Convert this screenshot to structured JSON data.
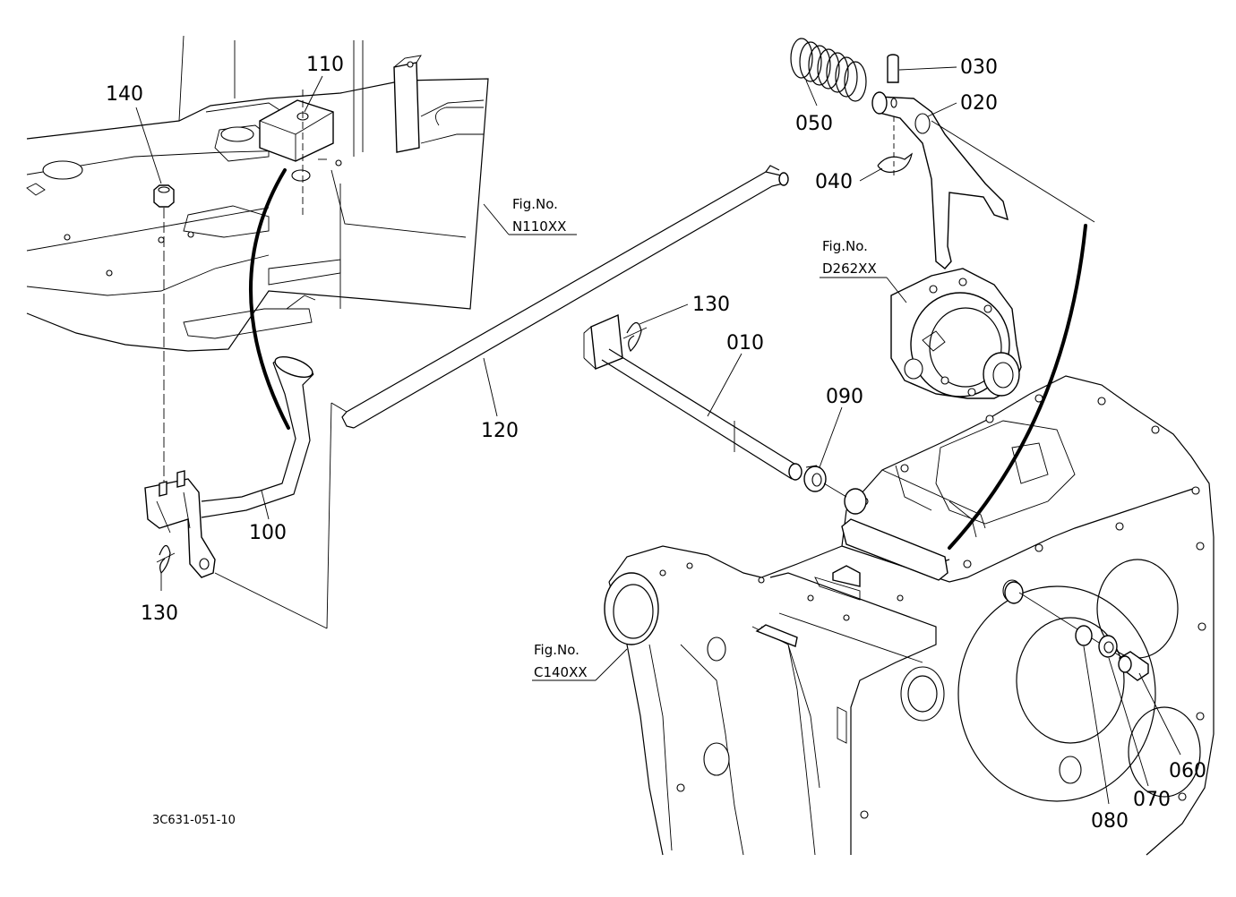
{
  "parts": {
    "p010": "010",
    "p020": "020",
    "p030": "030",
    "p040": "040",
    "p050": "050",
    "p060": "060",
    "p070": "070",
    "p080": "080",
    "p090": "090",
    "p100": "100",
    "p110": "110",
    "p120": "120",
    "p130a": "130",
    "p130b": "130",
    "p140": "140"
  },
  "figrefs": {
    "n110_title": "Fig.No.",
    "n110_code": "N110XX",
    "d262_title": "Fig.No.",
    "d262_code": "D262XX",
    "c140_title": "Fig.No.",
    "c140_code": "C140XX"
  },
  "drawing_code": "3C631-051-10"
}
